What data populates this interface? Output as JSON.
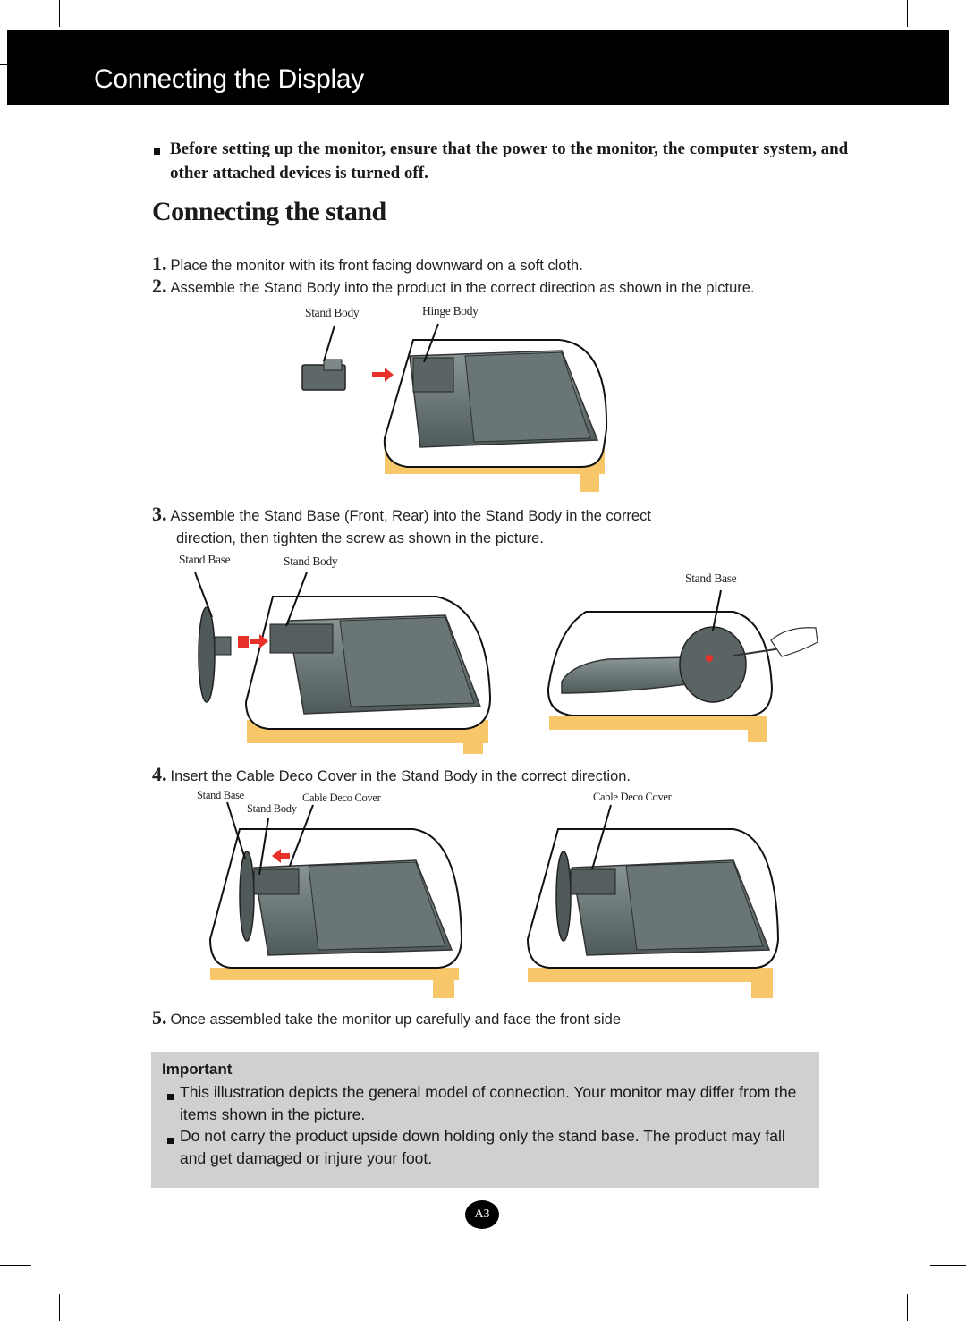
{
  "header": {
    "title": "Connecting the Display"
  },
  "warning": {
    "text": "Before setting up the monitor, ensure that the power to the monitor, the computer system, and other attached devices is turned off."
  },
  "section": {
    "title": "Connecting the stand"
  },
  "steps": [
    {
      "num": "1.",
      "text": "Place the monitor with its front facing downward on a soft cloth."
    },
    {
      "num": "2.",
      "text": "Assemble the Stand Body into the product in the correct direction as shown in the picture."
    },
    {
      "num": "3.",
      "line1": "Assemble the Stand Base (Front, Rear) into the Stand Body in the correct",
      "line2": "direction, then tighten the screw as shown in the picture."
    },
    {
      "num": "4.",
      "text": "Insert the Cable Deco Cover in the Stand Body in the correct direction."
    },
    {
      "num": "5.",
      "text": "Once assembled take the monitor up carefully and face the front side"
    }
  ],
  "figure_labels": {
    "fig1_stand_body": "Stand Body",
    "fig1_hinge_body": "Hinge Body",
    "fig2_stand_base": "Stand Base",
    "fig2_stand_body": "Stand Body",
    "fig3_stand_base": "Stand Base",
    "fig4_stand_base": "Stand Base",
    "fig4_stand_body": "Stand Body",
    "fig4_cable_deco_cover": "Cable Deco Cover",
    "fig5_cable_deco_cover": "Cable Deco Cover"
  },
  "important": {
    "title": "Important",
    "items": [
      "This illustration depicts the general model of connection. Your monitor may differ from the items shown in the picture.",
      "Do not carry the product upside down holding only the stand base. The product may fall and get damaged or injure your foot."
    ]
  },
  "page": {
    "number": "A3"
  },
  "colors": {
    "header_bg": "#000000",
    "cloth": "#f7c76a",
    "arrow": "#e8302a",
    "monitor": "#6f7a7a",
    "important_bg": "#d0d0d0"
  }
}
